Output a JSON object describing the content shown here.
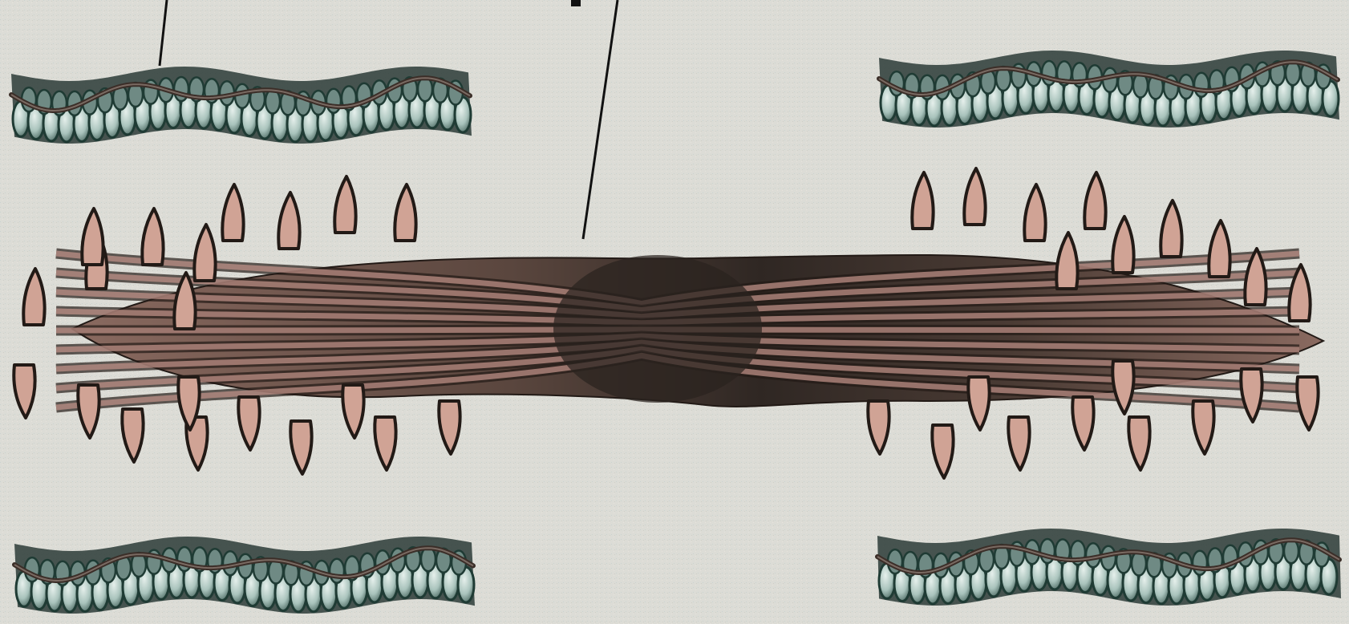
{
  "figure": {
    "labels": [],
    "colors": {
      "background": "#dcdcd6",
      "thin_filament_outline": "#1f3b34",
      "thin_filament_bead_light": "#cfe2dc",
      "thin_filament_bead_dark": "#6f9088",
      "thin_filament_coil": "#3b2e28",
      "myosin_shaft_dark": "#3a3029",
      "myosin_shaft_mid": "#6b5248",
      "myosin_strand": "#bc8f85",
      "myosin_head": "#d0a395",
      "myosin_head_outline": "#221a16",
      "leader_line": "#111111"
    },
    "components": {
      "thin_filaments": [
        "thin-filament-top-left",
        "thin-filament-top-right",
        "thin-filament-bottom-left",
        "thin-filament-bottom-right"
      ],
      "thick_filament": "myosin-thick-filament"
    }
  }
}
